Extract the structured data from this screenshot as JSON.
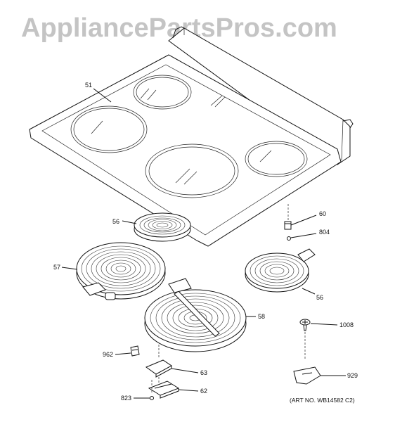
{
  "watermark": "AppliancePartsPros.com",
  "art_number": "(ART NO. WB14582 C2)",
  "callouts": {
    "c51": "51",
    "c60": "60",
    "c804": "804",
    "c56a": "56",
    "c56b": "56",
    "c57": "57",
    "c58": "58",
    "c1008": "1008",
    "c962": "962",
    "c63": "63",
    "c62": "62",
    "c823": "823",
    "c929": "929"
  }
}
